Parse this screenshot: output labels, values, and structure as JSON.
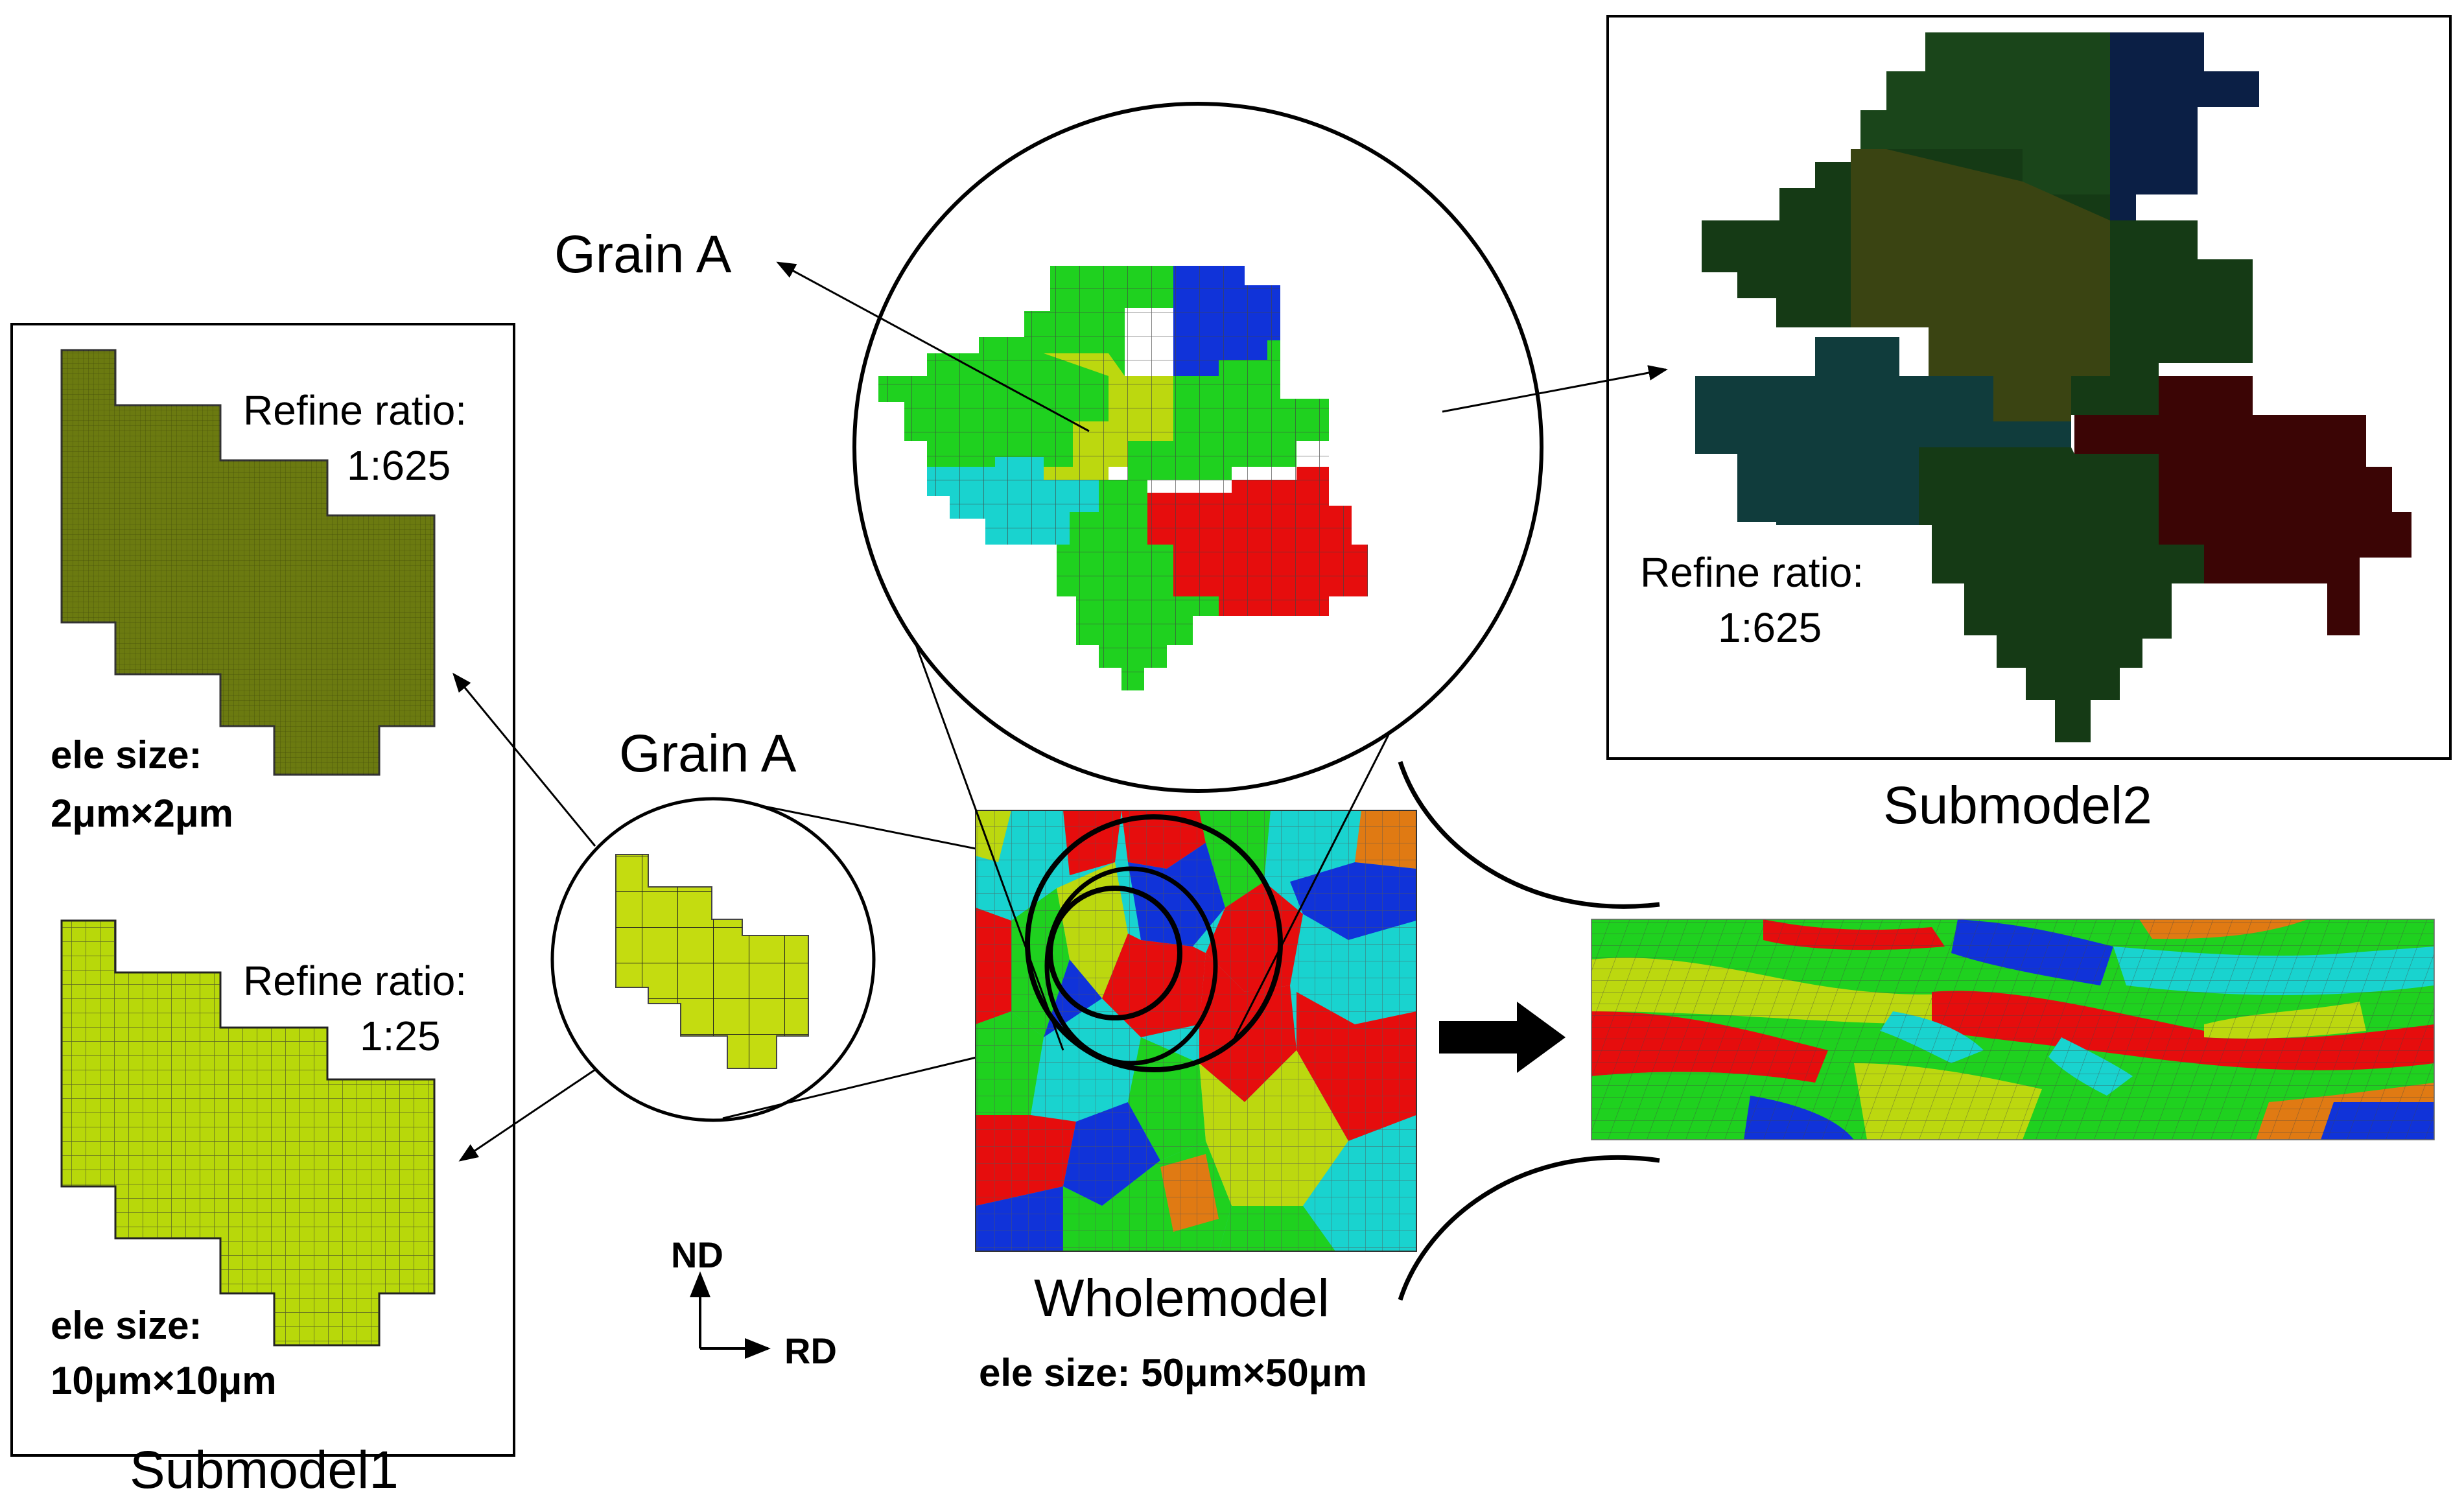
{
  "labels": {
    "grain_a_top": "Grain A",
    "grain_a_mid": "Grain A",
    "submodel1": "Submodel1",
    "submodel2": "Submodel2",
    "wholemodel": "Wholemodel",
    "whole_ele_size": "ele size: 50μm×50μm"
  },
  "submodel1": {
    "top_panel": {
      "refine_line1": "Refine ratio:",
      "refine_line2": "1:625",
      "ele_line1": "ele size:",
      "ele_line2": "2μm×2μm",
      "color": "#6b7a10"
    },
    "bottom_panel": {
      "refine_line1": "Refine ratio:",
      "refine_line2": "1:25",
      "ele_line1": "ele size:",
      "ele_line2": "10μm×10μm",
      "color": "#b8d80a"
    }
  },
  "submodel2": {
    "refine_line1": "Refine ratio:",
    "refine_line2": "1:625"
  },
  "axes": {
    "vertical": "ND",
    "horizontal": "RD"
  },
  "colors": {
    "red": "#e60d0d",
    "green": "#1fd11f",
    "yellow_green": "#bcd80f",
    "cyan": "#19d3cf",
    "blue": "#1033d9",
    "orange": "#e07a13",
    "dark_green": "#153a15",
    "dark_red": "#3b0505",
    "dark_blue": "#0b1f45",
    "dark_olive": "#3a4412",
    "dark_teal": "#103c3c"
  }
}
